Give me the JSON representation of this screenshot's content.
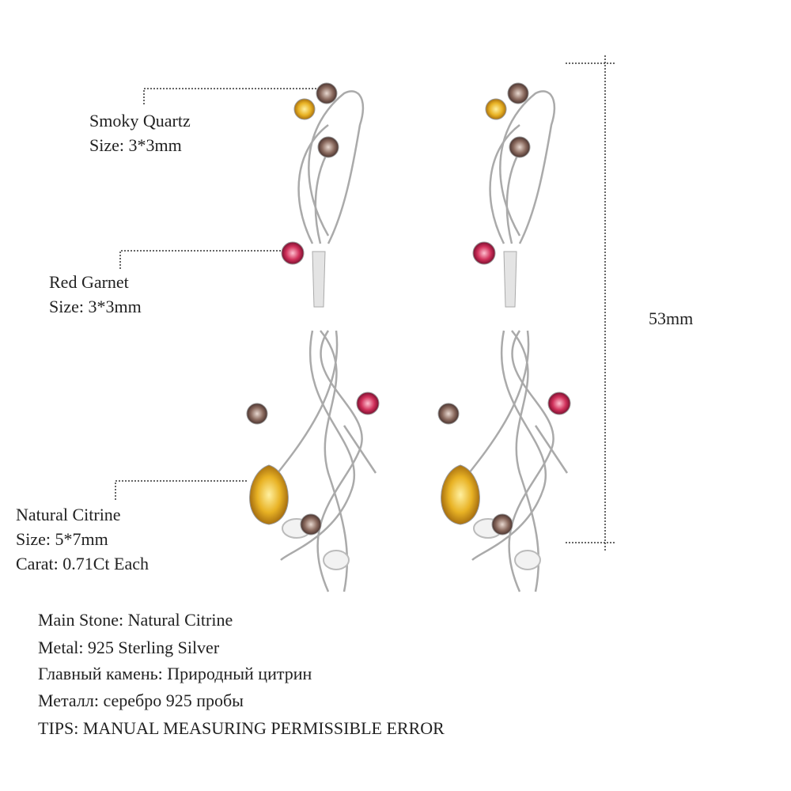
{
  "callouts": [
    {
      "name": "Smoky Quartz",
      "lines": [
        "Smoky Quartz",
        "Size: 3*3mm"
      ]
    },
    {
      "name": "Red Garnet",
      "lines": [
        "Red Garnet",
        "Size: 3*3mm"
      ]
    },
    {
      "name": "Natural Citrine",
      "lines": [
        "Natural Citrine",
        "Size: 5*7mm",
        "Carat: 0.71Ct Each"
      ]
    }
  ],
  "dimension": "53mm",
  "specs": [
    "Main Stone: Natural Citrine",
    "Metal: 925 Sterling Silver",
    "Главный камень: Природный цитрин",
    "Металл: серебро 925 пробы",
    "TIPS: MANUAL MEASURING PERMISSIBLE ERROR"
  ],
  "colors": {
    "smoky": "#8a6a5e",
    "garnet": "#d0305a",
    "citrine": "#e8b224",
    "silver": "#c8c8cc"
  }
}
